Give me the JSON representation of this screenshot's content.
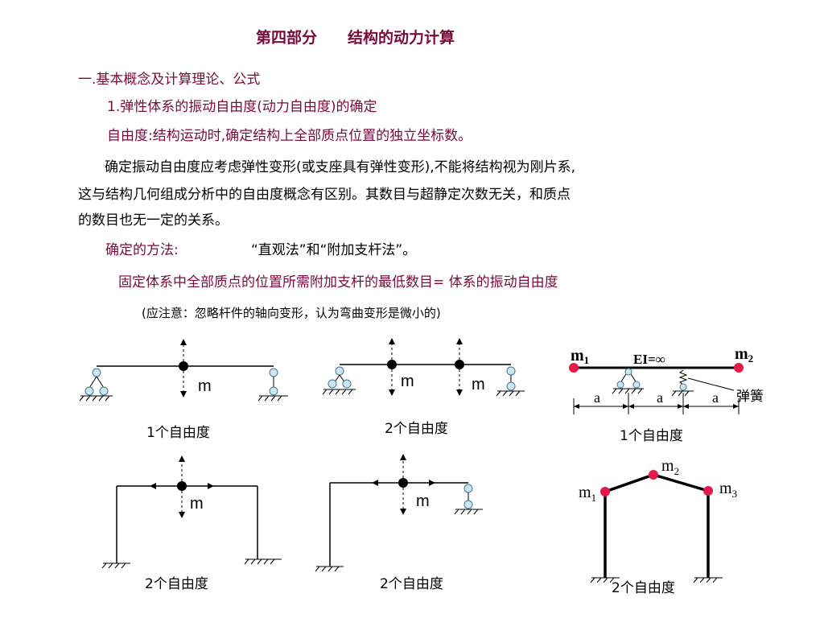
{
  "title": "第四部分　　结构的动力计算",
  "section_heading": "一.基本概念及计算理论、公式",
  "subsection_heading": "1.弹性体系的振动自由度(动力自由度)的确定",
  "definition": "自由度:结构运动时,确定结构上全部质点位置的独立坐标数。",
  "paragraph": {
    "line1": "确定振动自由度应考虑弹性变形(或支座具有弹性变形),不能将结构视为刚片系,",
    "line2": "这与结构几何组成分析中的自由度概念有区别。其数目与超静定次数无关，和质点",
    "line3": "的数目也无一定的关系。"
  },
  "method_label": "确定的方法:",
  "method_value": "“直观法”和“附加支杆法”。",
  "rule": "固定体系中全部质点的位置所需附加支杆的最低数目= 体系的振动自由度",
  "note": "(应注意：忽略杆件的轴向变形，认为弯曲变形是微小的)",
  "figures": {
    "fig1": {
      "mass_label": "m",
      "caption": "1个自由度"
    },
    "fig2": {
      "mass1_label": "m",
      "mass2_label": "m",
      "caption": "2个自由度"
    },
    "fig3": {
      "m1": "m",
      "m1_sub": "1",
      "m2": "m",
      "m2_sub": "2",
      "ei": "EI=∞",
      "a1": "a",
      "a2": "a",
      "a3": "a",
      "spring": "弹簧",
      "caption": "1个自由度"
    },
    "fig4": {
      "mass_label": "m",
      "caption": "2个自由度"
    },
    "fig5": {
      "mass_label": "m",
      "caption": "2个自由度"
    },
    "fig6": {
      "m1": "m",
      "m1_sub": "1",
      "m2": "m",
      "m2_sub": "2",
      "m3": "m",
      "m3_sub": "3",
      "caption": "2个自由度"
    }
  },
  "colors": {
    "text_accent": "#7a0a3c",
    "mass_black": "#000000",
    "mass_red": "#e6194b",
    "support_blue": "#cfe6f0"
  }
}
